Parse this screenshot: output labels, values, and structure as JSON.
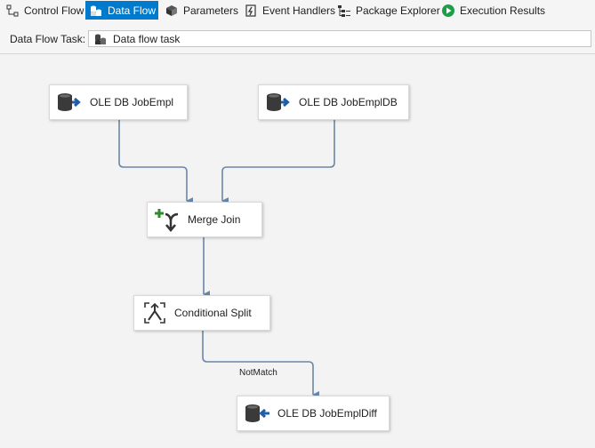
{
  "tabs": [
    {
      "label": "Control Flow",
      "icon": "control-flow-icon",
      "active": false
    },
    {
      "label": "Data Flow",
      "icon": "data-flow-icon",
      "active": true
    },
    {
      "label": "Parameters",
      "icon": "parameters-icon",
      "active": false
    },
    {
      "label": "Event Handlers",
      "icon": "event-handlers-icon",
      "active": false
    },
    {
      "label": "Package Explorer",
      "icon": "package-explorer-icon",
      "active": false
    },
    {
      "label": "Execution Results",
      "icon": "execution-results-icon",
      "active": false
    }
  ],
  "task": {
    "label": "Data Flow Task:",
    "selected": "Data flow task"
  },
  "components": {
    "source1": {
      "label": "OLE DB JobEmpl",
      "icon": "ole-db-source-icon"
    },
    "source2": {
      "label": "OLE DB JobEmplDB",
      "icon": "ole-db-source-icon"
    },
    "merge_join": {
      "label": "Merge Join",
      "icon": "merge-join-icon"
    },
    "conditional_split": {
      "label": "Conditional Split",
      "icon": "conditional-split-icon"
    },
    "destination": {
      "label": "OLE DB JobEmplDiff",
      "icon": "ole-db-destination-icon"
    }
  },
  "paths": {
    "notmatch_label": "NotMatch"
  },
  "colors": {
    "active_tab": "#007acc",
    "path_line": "#6b87a8",
    "arrow_blue": "#1f5fa8",
    "merge_green": "#2e8b2e"
  }
}
